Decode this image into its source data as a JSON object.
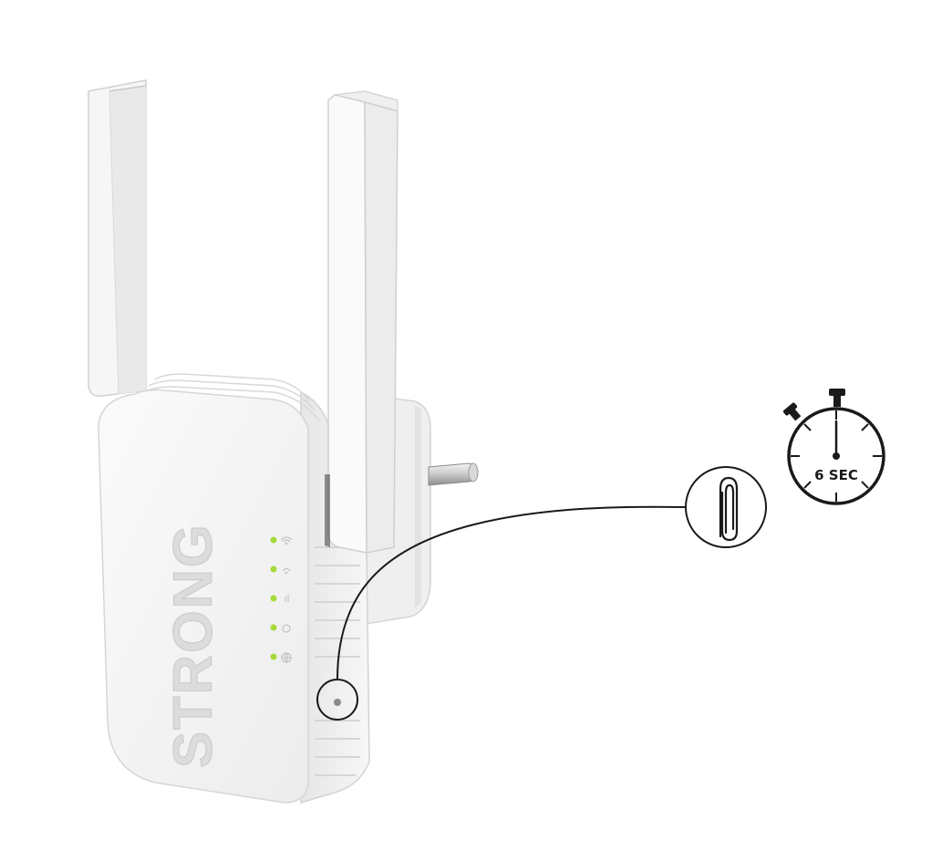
{
  "device": {
    "brand": "STRONG",
    "led_color": "#a6d93a",
    "body_color": "#f3f3f3",
    "outline_color": "#d9d9d9",
    "led_icons": [
      "wifi-icon",
      "wifi-5g-icon",
      "signal-icon",
      "ethernet-icon",
      "globe-icon"
    ]
  },
  "callout": {
    "tool_icon": "paperclip-icon",
    "target": "reset-hole",
    "line_color": "#1a1a1a"
  },
  "timer": {
    "label": "6 SEC",
    "icon": "stopwatch-icon"
  }
}
